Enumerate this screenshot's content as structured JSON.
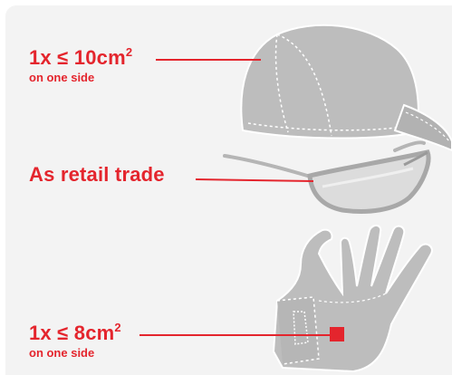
{
  "labels": {
    "cap": {
      "main": "1x ≤ 10cm",
      "superscript": "2",
      "sub": "on one side"
    },
    "glasses": {
      "main": "As retail trade"
    },
    "glove": {
      "main": "1x ≤ 8cm",
      "superscript": "2",
      "sub": "on one side"
    }
  },
  "colors": {
    "accent": "#e4252d",
    "background": "#f3f3f3",
    "item_fill": "#bdbdbd",
    "item_stroke": "#ffffff"
  },
  "icons": [
    "baseball-cap-icon",
    "sunglasses-icon",
    "glove-icon"
  ]
}
